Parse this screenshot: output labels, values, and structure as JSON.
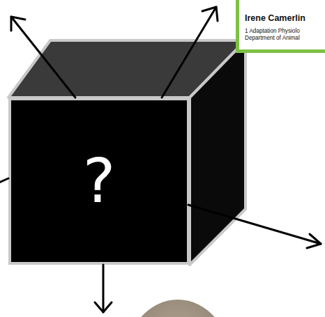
{
  "diagram": {
    "nodes": [
      {
        "text": [
          "?"
        ]
      },
      {
        "text": [
          "Irene Camerlin",
          "1 Adaptation Physiolo",
          "Department of Animal"
        ]
      }
    ]
  }
}
